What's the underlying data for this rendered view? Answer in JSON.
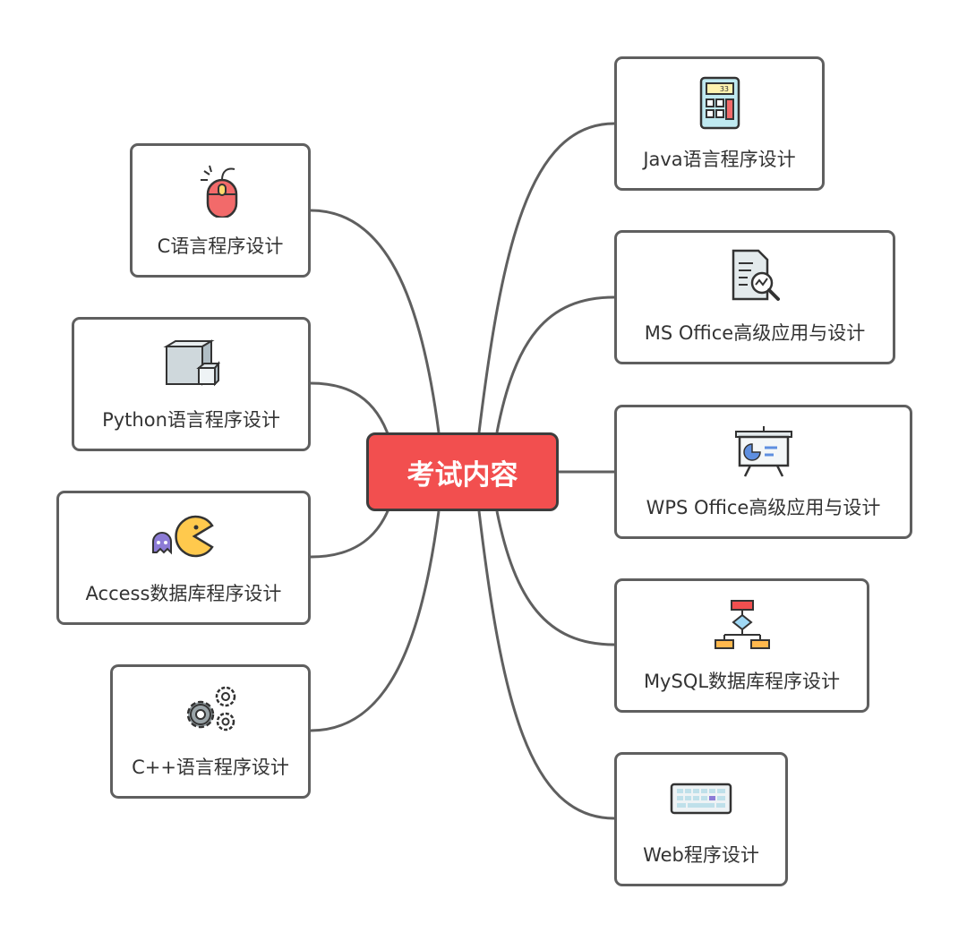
{
  "root": {
    "label": "考试内容"
  },
  "left_nodes": [
    {
      "label": "C语言程序设计",
      "icon": "mouse-icon"
    },
    {
      "label": "Python语言程序设计",
      "icon": "cube-icon"
    },
    {
      "label": "Access数据库程序设计",
      "icon": "pacman-icon"
    },
    {
      "label": "C++语言程序设计",
      "icon": "gears-icon"
    }
  ],
  "right_nodes": [
    {
      "label": "Java语言程序设计",
      "icon": "calculator-icon"
    },
    {
      "label": "MS Office高级应用与设计",
      "icon": "document-search-icon"
    },
    {
      "label": "WPS Office高级应用与设计",
      "icon": "presentation-board-icon"
    },
    {
      "label": "MySQL数据库程序设计",
      "icon": "flowchart-icon"
    },
    {
      "label": "Web程序设计",
      "icon": "keyboard-icon"
    }
  ],
  "colors": {
    "root": "#f24f4f",
    "border": "#5f5f5f",
    "connector": "#5f5f5f"
  }
}
